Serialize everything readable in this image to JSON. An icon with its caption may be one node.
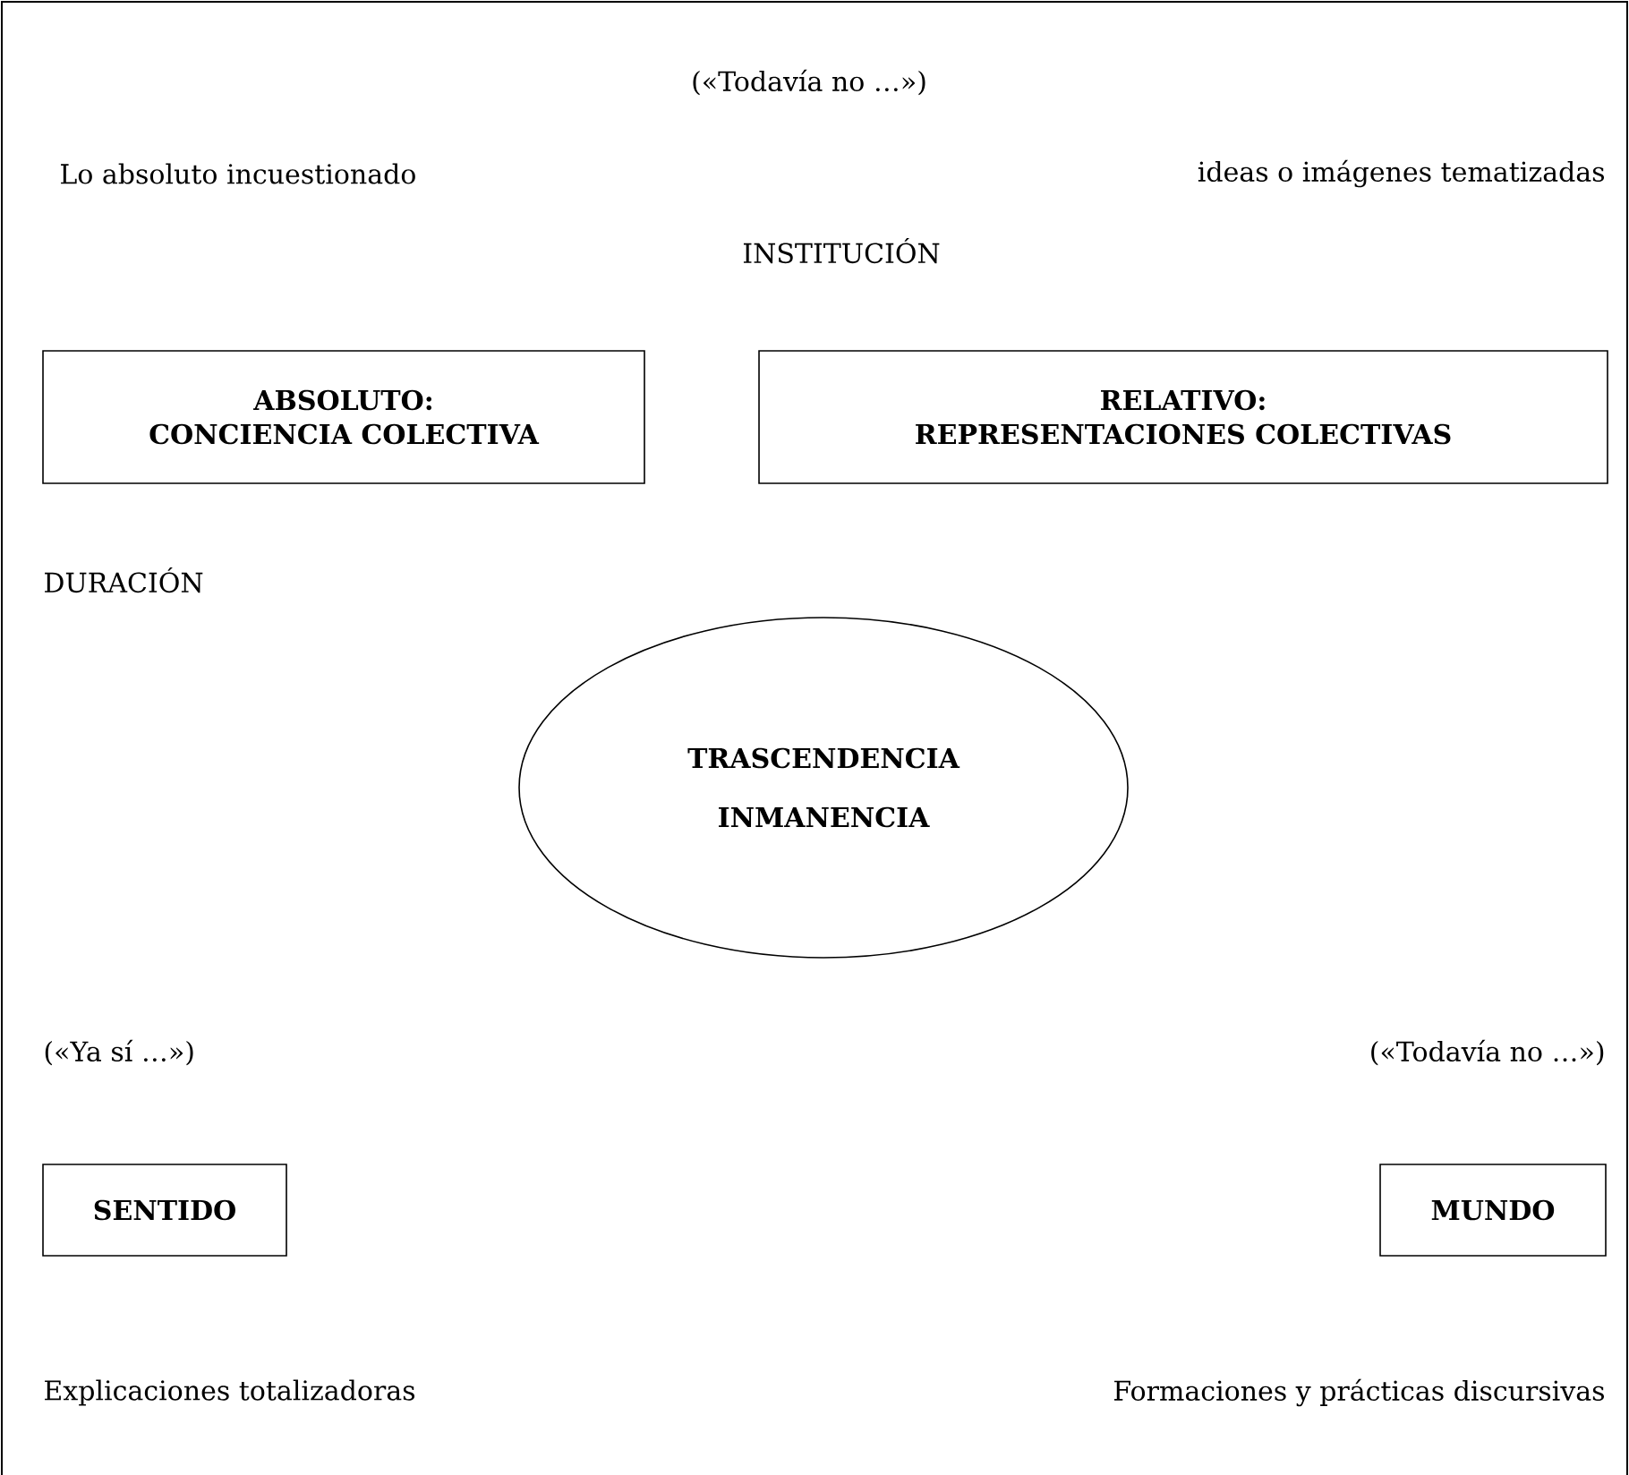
{
  "diagram": {
    "nodes": [
      {
        "text": [
          "ABSOLUTO:",
          "CONCIENCIA COLECTIVA"
        ]
      },
      {
        "text": [
          "RELATIVO:",
          "REPRESENTACIONES COLECTIVAS"
        ]
      },
      {
        "text": [
          "TRASCENDENCIA",
          "INMANENCIA"
        ]
      },
      {
        "text": [
          "SENTIDO"
        ]
      },
      {
        "text": [
          "MUNDO"
        ]
      }
    ],
    "labels": [
      "(«Todavía no …»)",
      "Lo absoluto incuestionado",
      "ideas o imágenes tematizadas",
      "INSTITUCIÓN",
      "DURACIÓN",
      "(«Ya sí …»)",
      "(«Todavía no …»)",
      "Explicaciones totalizadoras",
      "Formaciones y prácticas discursivas"
    ]
  }
}
